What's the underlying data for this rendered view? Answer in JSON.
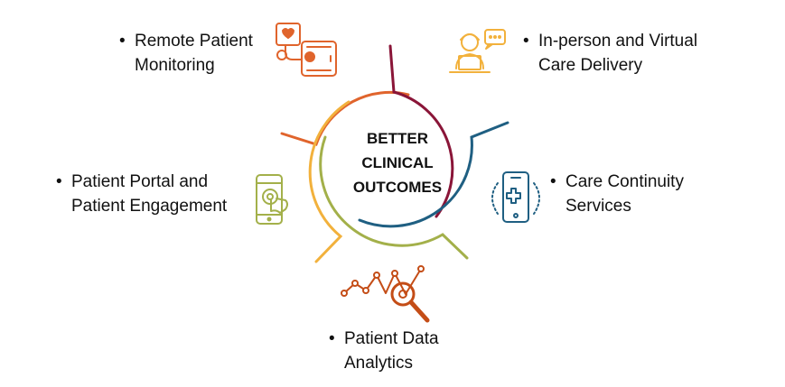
{
  "center": {
    "line1": "BETTER",
    "line2": "CLINICAL",
    "line3": "OUTCOMES"
  },
  "items": {
    "remote": {
      "bullet": "•",
      "line1": "Remote Patient",
      "line2": "Monitoring",
      "icon": "blood-pressure-tablet-icon",
      "color": "#e0642c"
    },
    "inperson": {
      "bullet": "•",
      "line1": "In-person and Virtual",
      "line2": "Care Delivery",
      "icon": "doctor-laptop-chat-icon",
      "color": "#f2b13c"
    },
    "portal": {
      "bullet": "•",
      "line1": "Patient Portal and",
      "line2": "Patient Engagement",
      "icon": "phone-touch-icon",
      "color": "#a3b04a"
    },
    "care": {
      "bullet": "•",
      "line1": "Care Continuity",
      "line2": "Services",
      "icon": "phone-medical-cross-icon",
      "color": "#1f5f82"
    },
    "data": {
      "bullet": "•",
      "line1": "Patient Data",
      "line2": "Analytics",
      "icon": "analytics-magnifier-icon",
      "color": "#c44d17"
    }
  },
  "ring_colors": {
    "orange": "#e0642c",
    "maroon": "#8a1538",
    "navy": "#1f5f82",
    "green": "#a3b04a",
    "yellow": "#f2b13c"
  }
}
